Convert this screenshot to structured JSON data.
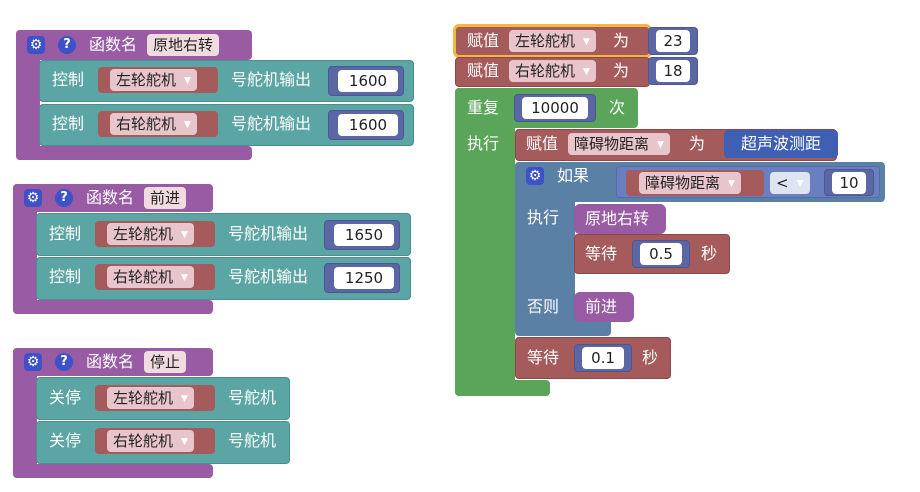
{
  "functions": [
    {
      "label": "函数名",
      "name": "原地右转",
      "rows": [
        {
          "cmd": "控制",
          "servo": "左轮舵机",
          "unit": "号舵机输出",
          "value": "1600"
        },
        {
          "cmd": "控制",
          "servo": "右轮舵机",
          "unit": "号舵机输出",
          "value": "1600"
        }
      ]
    },
    {
      "label": "函数名",
      "name": "前进",
      "rows": [
        {
          "cmd": "控制",
          "servo": "左轮舵机",
          "unit": "号舵机输出",
          "value": "1650"
        },
        {
          "cmd": "控制",
          "servo": "右轮舵机",
          "unit": "号舵机输出",
          "value": "1250"
        }
      ]
    },
    {
      "label": "函数名",
      "name": "停止",
      "rows": [
        {
          "cmd": "关停",
          "servo": "左轮舵机",
          "unit": "号舵机"
        },
        {
          "cmd": "关停",
          "servo": "右轮舵机",
          "unit": "号舵机"
        }
      ]
    }
  ],
  "main": {
    "assign1": {
      "label": "赋值",
      "var": "左轮舵机",
      "as": "为",
      "value": "23"
    },
    "assign2": {
      "label": "赋值",
      "var": "右轮舵机",
      "as": "为",
      "value": "18"
    },
    "repeat": {
      "label": "重复",
      "count": "10000",
      "times": "次",
      "do": "执行"
    },
    "assign3": {
      "label": "赋值",
      "var": "障碍物距离",
      "as": "为",
      "sensor": "超声波测距"
    },
    "if": {
      "label": "如果",
      "var": "障碍物距离",
      "op": "<",
      "value": "10",
      "then": "执行",
      "else": "否则"
    },
    "call_turn": "原地右转",
    "wait1": {
      "label": "等待",
      "value": "0.5",
      "unit": "秒"
    },
    "call_forward": "前进",
    "wait2": {
      "label": "等待",
      "value": "0.1",
      "unit": "秒"
    }
  },
  "colors": {
    "procedure": "#9a5ba5",
    "servo": "#5ba5a5",
    "variable": "#a55b5b",
    "loop": "#5ba55b",
    "logic": "#5b80a5",
    "math": "#5b67a5",
    "selected": "#f6b73c"
  }
}
